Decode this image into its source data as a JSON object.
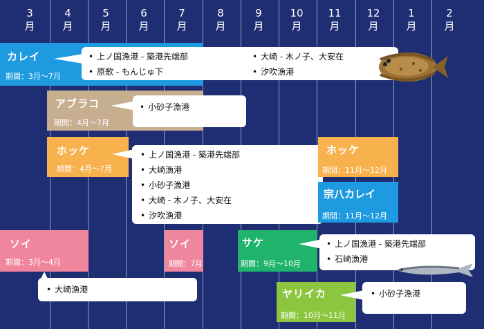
{
  "months": [
    "3",
    "4",
    "5",
    "6",
    "7",
    "8",
    "9",
    "10",
    "11",
    "12",
    "1",
    "2"
  ],
  "month_suffix": "月",
  "colors": {
    "background": "#1f2e73",
    "blue": "#1e9be0",
    "tan": "#c6ae8e",
    "orange": "#f7b24e",
    "pink": "#f0859e",
    "green": "#1fb36c",
    "lime": "#8cc63f"
  },
  "fish": {
    "karei": {
      "name": "カレイ",
      "period": "期間：3月～7月",
      "ports_a": [
        "上ノ国漁港 - 築港先端部",
        "原歌 - もんじゅ下"
      ],
      "ports_b": [
        "大崎 - 木ノ子、大安在",
        "汐吹漁港"
      ]
    },
    "aburako": {
      "name": "アブラコ",
      "period": "期間：4月～7月",
      "ports": [
        "小砂子漁港"
      ]
    },
    "hokke_spring": {
      "name": "ホッケ",
      "period": "期間：4月～7月",
      "ports": [
        "上ノ国漁港 - 築港先端部",
        "大崎漁港",
        "小砂子漁港",
        "大崎 - 木ノ子、大安在",
        "汐吹漁港"
      ]
    },
    "hokke_autumn": {
      "name": "ホッケ",
      "period": "期間：11月～12月"
    },
    "munehachi": {
      "name": "宗八カレイ",
      "period": "期間：11月～12月"
    },
    "soi_spring": {
      "name": "ソイ",
      "period": "期間：3月～4月",
      "ports": [
        "大崎漁港"
      ]
    },
    "soi_july": {
      "name": "ソイ",
      "period": "期間：7月"
    },
    "sake": {
      "name": "サケ",
      "period": "期間：9月～10月",
      "ports": [
        "上ノ国漁港 - 築港先端部",
        "石崎漁港"
      ]
    },
    "yariika": {
      "name": "ヤリイカ",
      "period": "期間：10月～11月",
      "ports": [
        "小砂子漁港"
      ]
    }
  },
  "illustrations": [
    "flounder-illustration",
    "salmon-illustration"
  ]
}
